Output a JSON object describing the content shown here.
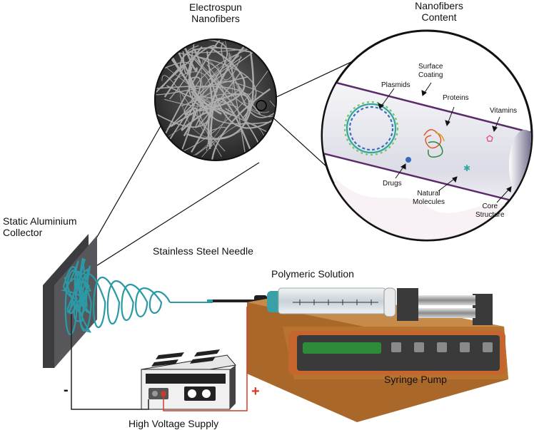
{
  "labels": {
    "electrospun": [
      "Electrospun",
      "Nanofibers"
    ],
    "content": [
      "Nanofibers",
      "Content"
    ],
    "collector": [
      "Static Aluminium",
      "Collector"
    ],
    "needle": "Stainless Steel Needle",
    "solution": "Polymeric Solution",
    "pump": "Syringe Pump",
    "supply": "High Voltage Supply",
    "minus": "-",
    "plus": "+",
    "surface_coating": [
      "Surface",
      "Coating"
    ],
    "plasmids": "Plasmids",
    "proteins": "Proteins",
    "vitamins": "Vitamins",
    "drugs": "Drugs",
    "natural_molecules": [
      "Natural",
      "Molecules"
    ],
    "core_structure": [
      "Core",
      "Structure"
    ]
  },
  "colors": {
    "fiber": "#2b9aa6",
    "collector": "#55555a",
    "pump_body": "#b8742e",
    "pump_panel": "#3a3a3a",
    "pump_display": "#2e8b3a",
    "wire_negative": "#222222",
    "wire_positive": "#d83a2a",
    "nanofiber_tube_edge": "#5a2a6a"
  }
}
